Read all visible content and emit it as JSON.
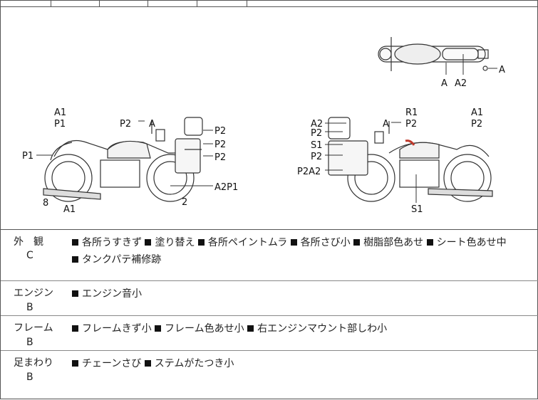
{
  "diagram": {
    "labels": {
      "left": [
        "A1",
        "P1",
        "P2",
        "A",
        "P2",
        "P2",
        "P2",
        "P1",
        "A2P1",
        "8",
        "A1",
        "2"
      ],
      "right": [
        "A2",
        "P2",
        "S1",
        "P2",
        "P2A2",
        "A",
        "R1",
        "P2",
        "A1",
        "P2",
        "S1"
      ],
      "top": [
        "A",
        "A",
        "A2"
      ]
    }
  },
  "rows": [
    {
      "heading": "外　観",
      "grade": "C",
      "lines": [
        [
          "各所うすきず",
          "塗り替え",
          "各所ペイントムラ",
          "各所さび小",
          "樹脂部色あせ",
          "シート色あせ中"
        ],
        [
          "タンクパテ補修跡"
        ]
      ]
    },
    {
      "heading": "エンジン",
      "grade": "B",
      "lines": [
        [
          "エンジン音小"
        ]
      ]
    },
    {
      "heading": "フレーム",
      "grade": "B",
      "lines": [
        [
          "フレームきず小",
          "フレーム色あせ小",
          "右エンジンマウント部しわ小"
        ]
      ]
    },
    {
      "heading": "足まわり",
      "grade": "B",
      "lines": [
        [
          "チェーンさび",
          "ステムがたつき小"
        ]
      ]
    }
  ]
}
